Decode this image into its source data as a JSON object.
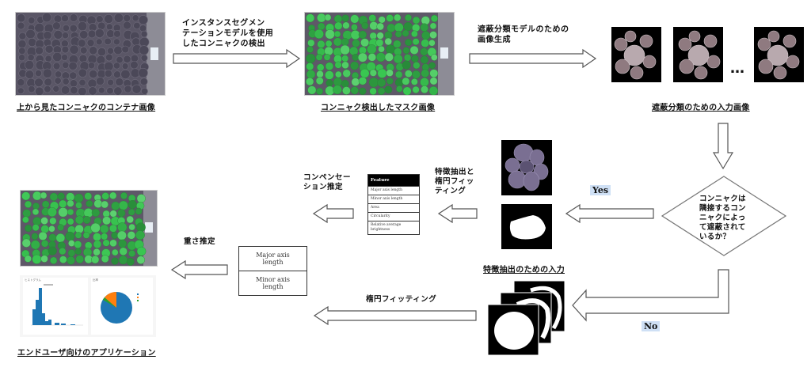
{
  "steps": {
    "container_caption": "上から見たコンニャクのコンテナ画像",
    "seg_label": "インスタンスセグメン\nテーションモデルを使用\nしたコンニャクの検出",
    "mask_caption": "コンニャク検出したマスク画像",
    "gen_label": "遮蔽分類モデルのための\n画像生成",
    "occl_caption": "遮蔽分類のための入力画像",
    "ellipsis": "…",
    "decision": "コンニャクは\n隣接するコン\nニャクによっ\nて遮蔽されて\nいるか？",
    "yes": "Yes",
    "no": "No",
    "feat_input_caption": "特徴抽出のための入力",
    "feat_fit_label": "特徴抽出と\n楕円フィッ\nティング",
    "comp_label": "コンペンセー\nション推定",
    "weight_label": "重さ推定",
    "ellipse_label": "楕円フィッティング",
    "app_caption": "エンドユーザ向けのアプリケーション"
  },
  "feature_table": {
    "header": "Feature",
    "rows": [
      "Major axis length",
      "Minor axis length",
      "Area",
      "Circularity",
      "Relative average brightness"
    ]
  },
  "axis_table": {
    "rows": [
      "Major axis length",
      "Minor axis length"
    ]
  },
  "app": {
    "histogram_title": "ヒストグラム",
    "pie_title": "比率"
  },
  "colors": {
    "konjac_dark": "#4b4858",
    "mask_green": "#3fc25a",
    "tag_bg": "#cfe0f5",
    "hist_blue": "#1f77b4",
    "pie_orange": "#ff7f0e",
    "pie_green": "#2ca02c"
  }
}
